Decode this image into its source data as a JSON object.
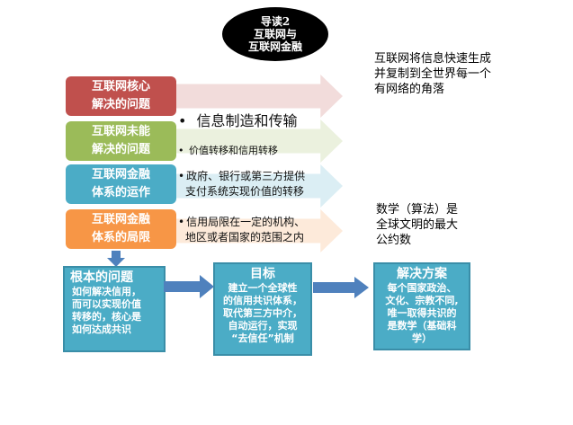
{
  "title": {
    "line1": "导读2",
    "line2": "互联网与",
    "line3": "互联网金融"
  },
  "right_note_top": {
    "line1": "互联网将信息快速生成",
    "line2": "并复制到全世界每一个",
    "line3": "有网络的角落"
  },
  "right_note_mid": {
    "line1": "数学（算法）是",
    "line2": "全球文明的最大",
    "line3": "公约数"
  },
  "rows": [
    {
      "label_l1": "互联网核心",
      "label_l2": "解决的问题",
      "bullet": "•",
      "text": "信息制造和传输",
      "text2": "",
      "box_color": "#c0504d",
      "band_color": "#f2dcdb"
    },
    {
      "label_l1": "互联网未能",
      "label_l2": "解决的问题",
      "bullet": "•",
      "text": "价值转移和信用转移",
      "text2": "",
      "box_color": "#9bbb59",
      "band_color": "#ebf1de"
    },
    {
      "label_l1": "互联网金融",
      "label_l2": "体系的运作",
      "bullet": "•",
      "text": "政府、银行或第三方提供",
      "text2": "支付系统实现价值的转移",
      "box_color": "#4bacc6",
      "band_color": "#dbeef4"
    },
    {
      "label_l1": "互联网金融",
      "label_l2": "体系的局限",
      "bullet": "•",
      "text": "信用局限在一定的机构、",
      "text2": "地区或者国家的范围之内",
      "box_color": "#f79646",
      "band_color": "#fdeada"
    }
  ],
  "boxes": {
    "problem": {
      "heading": "根本的问题",
      "lines": [
        "如何解决信用，",
        "而可以实现价值",
        "转移的，核心是",
        "如何达成共识"
      ]
    },
    "goal": {
      "heading": "目标",
      "lines": [
        "建立一个全球性",
        "的信用共识体系，",
        "取代第三方中介，",
        "自动运行，实现",
        "“去信任”机制"
      ]
    },
    "solution": {
      "heading": "解决方案",
      "lines": [
        "每个国家政治、",
        "文化、宗教不同,",
        "唯一取得共识的",
        "是数学（基础科",
        "学）"
      ]
    }
  },
  "colors": {
    "box_blue": "#4bacc6",
    "arrow_blue": "#4f81bd"
  }
}
